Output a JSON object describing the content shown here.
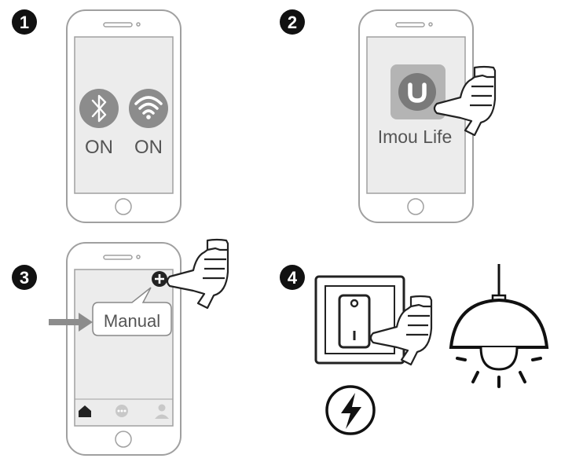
{
  "steps": [
    {
      "number": "1",
      "bluetooth_state": "ON",
      "wifi_state": "ON"
    },
    {
      "number": "2",
      "app_name": "Imou Life"
    },
    {
      "number": "3",
      "menu_option": "Manual"
    },
    {
      "number": "4"
    }
  ],
  "icons": {
    "bluetooth": "bluetooth-icon",
    "wifi": "wifi-icon",
    "app": "imou-life-app-icon",
    "add": "plus-icon",
    "power": "lightning-bolt-icon",
    "lamp": "ceiling-lamp-icon",
    "switch": "wall-switch-icon"
  },
  "colors": {
    "outline": "#a0a0a0",
    "screen": "#ececec",
    "icon_fill": "#8c8c8c",
    "dark": "#222222",
    "badge": "#111111"
  }
}
